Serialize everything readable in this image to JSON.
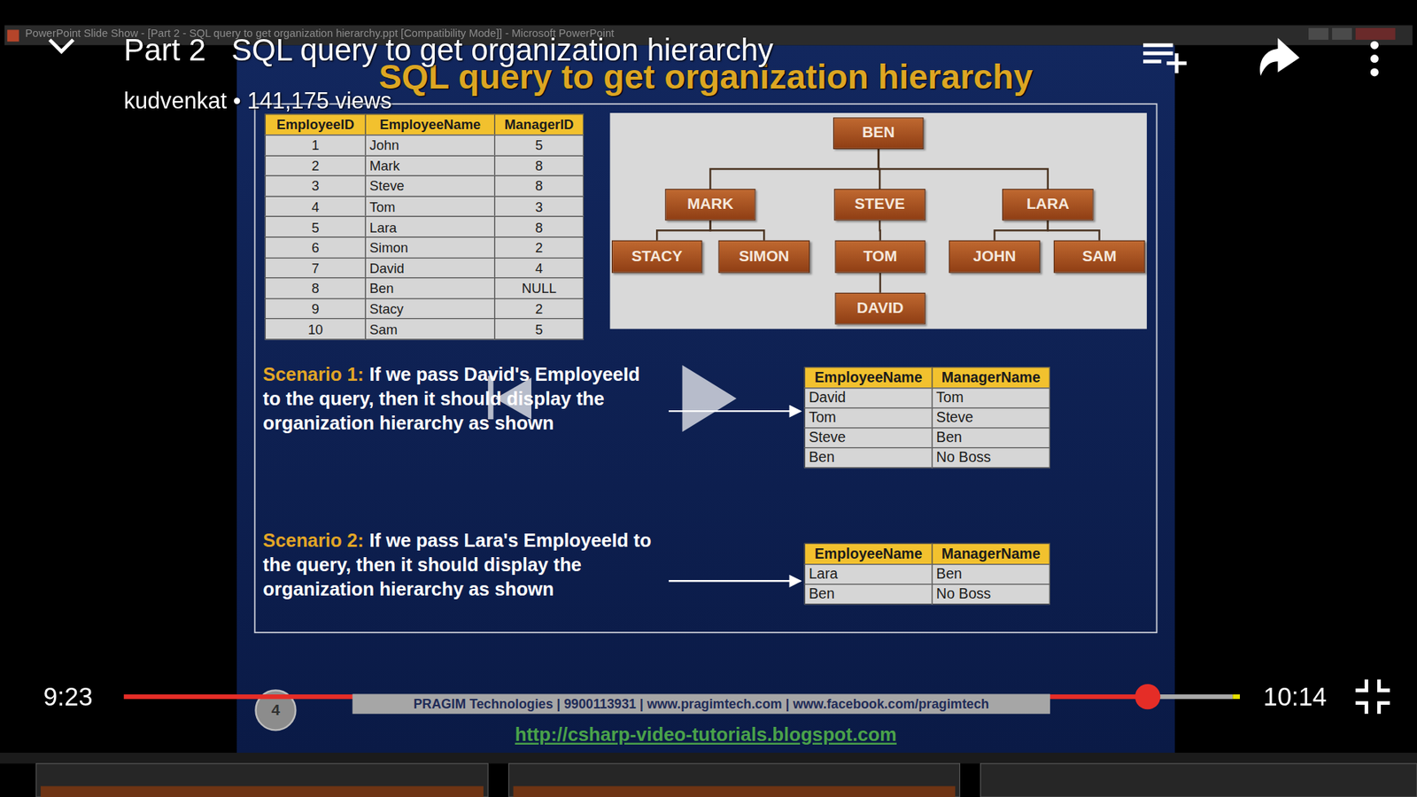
{
  "diagram": {
    "title": "SQL query to get organization hierarchy",
    "nodes": [
      {
        "text": [
          "BEN"
        ]
      },
      {
        "text": [
          "MARK"
        ]
      },
      {
        "text": [
          "STEVE"
        ]
      },
      {
        "text": [
          "LARA"
        ]
      },
      {
        "text": [
          "STACY"
        ]
      },
      {
        "text": [
          "SIMON"
        ]
      },
      {
        "text": [
          "TOM"
        ]
      },
      {
        "text": [
          "JOHN"
        ]
      },
      {
        "text": [
          "SAM"
        ]
      },
      {
        "text": [
          "DAVID"
        ]
      }
    ],
    "edges": [
      {
        "from": 0,
        "to": 1,
        "arrow": "none"
      },
      {
        "from": 0,
        "to": 2,
        "arrow": "none"
      },
      {
        "from": 0,
        "to": 3,
        "arrow": "none"
      },
      {
        "from": 1,
        "to": 4,
        "arrow": "none"
      },
      {
        "from": 1,
        "to": 5,
        "arrow": "none"
      },
      {
        "from": 2,
        "to": 6,
        "arrow": "none"
      },
      {
        "from": 3,
        "to": 7,
        "arrow": "none"
      },
      {
        "from": 3,
        "to": 8,
        "arrow": "none"
      },
      {
        "from": 6,
        "to": 9,
        "arrow": "none"
      }
    ],
    "labels": [
      "PowerPoint Slide Show - [Part 2 - SQL query to get organization hierarchy.ppt [Compatibility Mode]] - Microsoft PowerPoint",
      "Part 2   SQL query to get organization hierarchy",
      "kudvenkat • 141,175 views",
      "EmployeeID",
      "EmployeeName",
      "ManagerID",
      "1",
      "John",
      "5",
      "2",
      "Mark",
      "8",
      "3",
      "Steve",
      "8",
      "4",
      "Tom",
      "3",
      "5",
      "Lara",
      "8",
      "6",
      "Simon",
      "2",
      "7",
      "David",
      "4",
      "8",
      "Ben",
      "NULL",
      "9",
      "Stacy",
      "2",
      "10",
      "Sam",
      "5",
      "Scenario 1:",
      "If we pass David's EmployeeId to the query, then it should display the organization hierarchy as shown",
      "EmployeeName",
      "ManagerName",
      "David",
      "Tom",
      "Tom",
      "Steve",
      "Steve",
      "Ben",
      "Ben",
      "No Boss",
      "Scenario 2:",
      "If we pass Lara's EmployeeId to the query, then it should display the organization hierarchy as shown",
      "EmployeeName",
      "ManagerName",
      "Lara",
      "Ben",
      "Ben",
      "No Boss",
      "4",
      "PRAGIM Technologies | 9900113931 | www.pragimtech.com | www.facebook.com/pragimtech",
      "http://csharp-video-tutorials.blogspot.com",
      "9:23",
      "10:14"
    ]
  }
}
